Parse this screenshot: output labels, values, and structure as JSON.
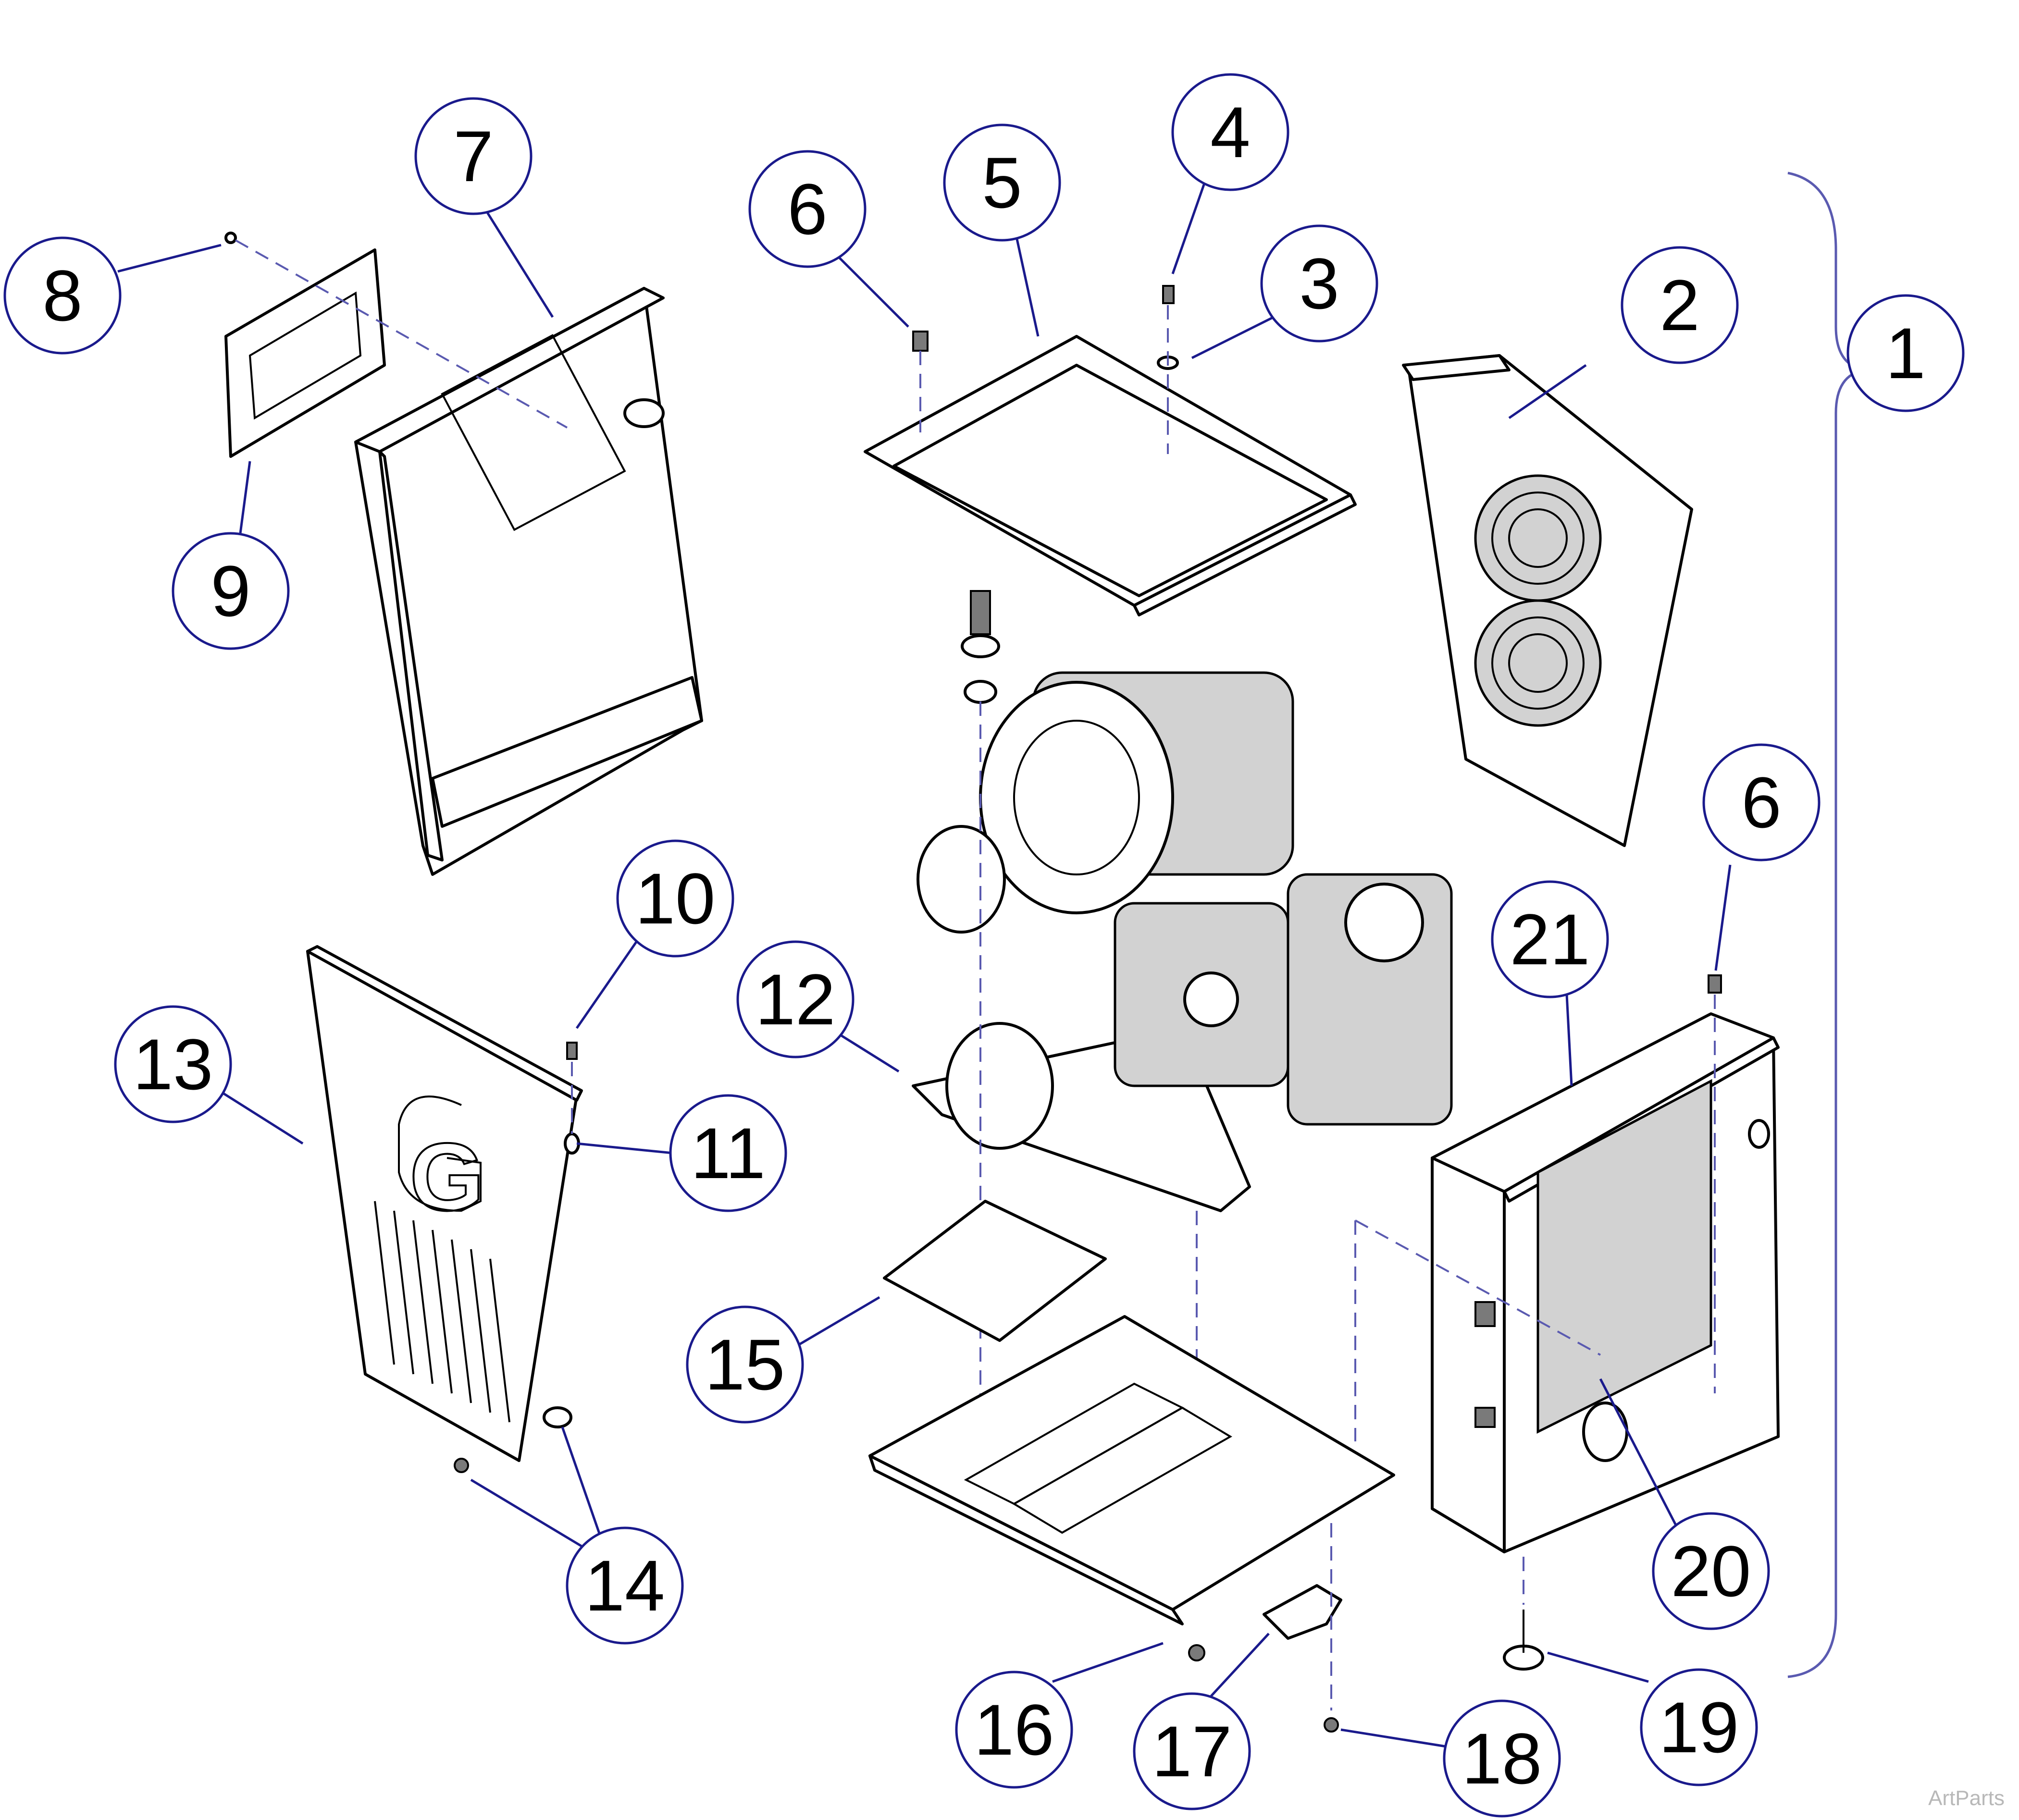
{
  "callouts": [
    {
      "label": "1"
    },
    {
      "label": "2"
    },
    {
      "label": "3"
    },
    {
      "label": "4"
    },
    {
      "label": "5"
    },
    {
      "label": "6"
    },
    {
      "label": "6"
    },
    {
      "label": "7"
    },
    {
      "label": "8"
    },
    {
      "label": "9"
    },
    {
      "label": "10"
    },
    {
      "label": "11"
    },
    {
      "label": "12"
    },
    {
      "label": "13"
    },
    {
      "label": "14"
    },
    {
      "label": "15"
    },
    {
      "label": "16"
    },
    {
      "label": "17"
    },
    {
      "label": "18"
    },
    {
      "label": "19"
    },
    {
      "label": "20"
    },
    {
      "label": "21"
    }
  ],
  "front_panel_logo": "G",
  "watermark": "ArtParts",
  "colors": {
    "callout_stroke": "#1a1a8c",
    "leader": "#1a1a8c",
    "panel_grey": "#d2d2d2"
  }
}
